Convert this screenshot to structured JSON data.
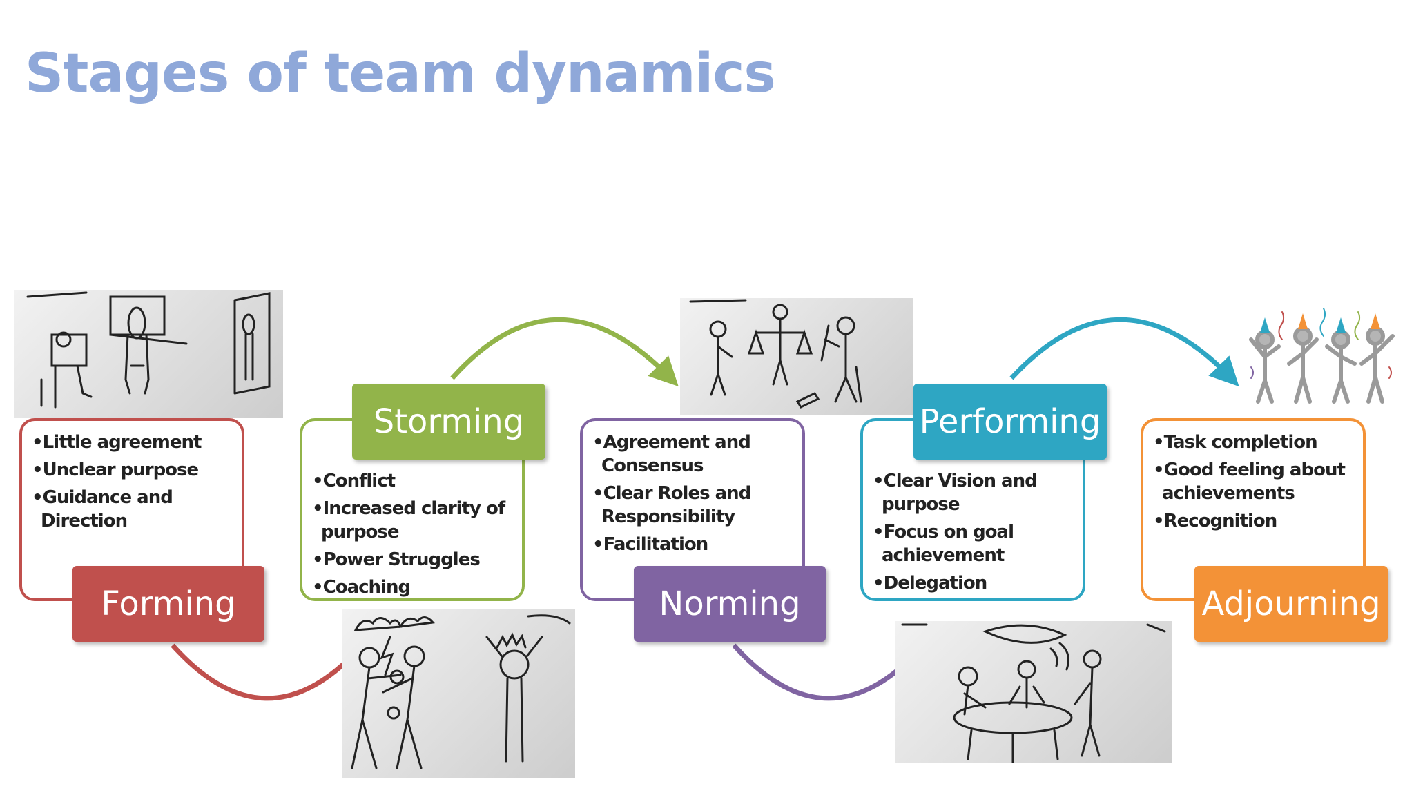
{
  "title": "Stages of team dynamics",
  "colors": {
    "title": "#8fa8d9",
    "forming": "#c0504d",
    "storming": "#92b44a",
    "norming": "#8064a2",
    "performing": "#2ea6c3",
    "adjourning": "#f39237"
  },
  "stages": {
    "forming": {
      "label": "Forming",
      "items": [
        "Little agreement",
        "Unclear purpose",
        "Guidance and Direction"
      ]
    },
    "storming": {
      "label": "Storming",
      "items": [
        "Conflict",
        "Increased clarity of purpose",
        "Power Struggles",
        "Coaching"
      ]
    },
    "norming": {
      "label": "Norming",
      "items": [
        "Agreement and Consensus",
        "Clear Roles and Responsibility",
        "Facilitation"
      ]
    },
    "performing": {
      "label": "Performing",
      "items": [
        "Clear Vision and purpose",
        "Focus on goal achievement",
        "Delegation"
      ]
    },
    "adjourning": {
      "label": "Adjourning",
      "items": [
        "Task completion",
        "Good feeling about achievements",
        "Recognition"
      ]
    }
  }
}
